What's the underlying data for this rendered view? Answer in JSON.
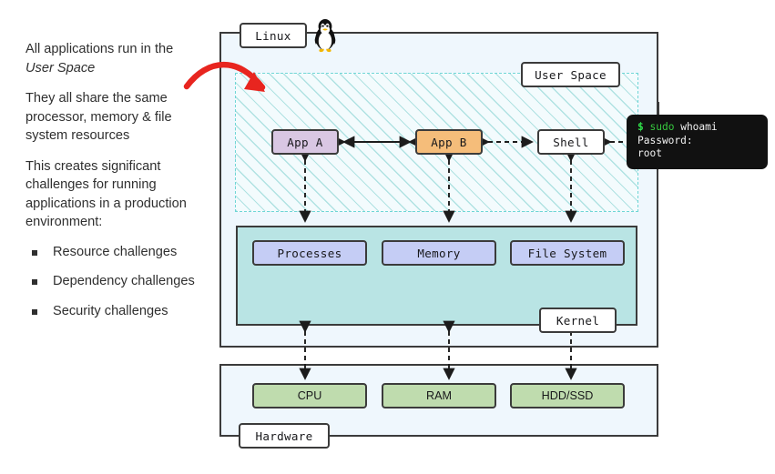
{
  "prose": {
    "paragraphs": [
      {
        "pre": "All applications run in the ",
        "em": "User Space",
        "post": ""
      },
      {
        "pre": "They all share the same processor, memory & file system resources",
        "em": "",
        "post": ""
      },
      {
        "pre": "This creates significant challenges for running applications in a production environment:",
        "em": "",
        "post": ""
      }
    ],
    "bullets": [
      "Resource challenges",
      "Dependency challenges",
      "Security challenges"
    ]
  },
  "diagram": {
    "labels": {
      "linux": "Linux",
      "user_space": "User Space",
      "kernel": "Kernel",
      "hardware": "Hardware"
    },
    "user_space_nodes": [
      {
        "label": "App A",
        "color": "#d9c7e3"
      },
      {
        "label": "App B",
        "color": "#f5bd7a"
      },
      {
        "label": "Shell",
        "color": "#ffffff"
      }
    ],
    "kernel_nodes": [
      {
        "label": "Processes",
        "color": "#c5cdf5"
      },
      {
        "label": "Memory",
        "color": "#c5cdf5"
      },
      {
        "label": "File System",
        "color": "#c5cdf5"
      }
    ],
    "hardware_nodes": [
      {
        "label": "CPU",
        "color": "#bfdcae"
      },
      {
        "label": "RAM",
        "color": "#bfdcae"
      },
      {
        "label": "HDD/SSD",
        "color": "#bfdcae"
      }
    ],
    "terminal": {
      "prompt": "$",
      "sudo": "sudo",
      "command": "whoami",
      "line2": "Password:",
      "line3": "root",
      "prompt_color": "#2fe04a",
      "text_color": "#f2f2f2",
      "background": "#111111"
    },
    "colors": {
      "panel_fill": "#eff7fd",
      "kernel_fill": "#b9e4e4",
      "userspace_hatch": "#78cdcd",
      "stroke": "#3b3b3b",
      "annotation_arrow": "#e8251f"
    },
    "icons": {
      "penguin": "tux-penguin-icon",
      "annotation": "red-curved-arrow-icon"
    }
  }
}
